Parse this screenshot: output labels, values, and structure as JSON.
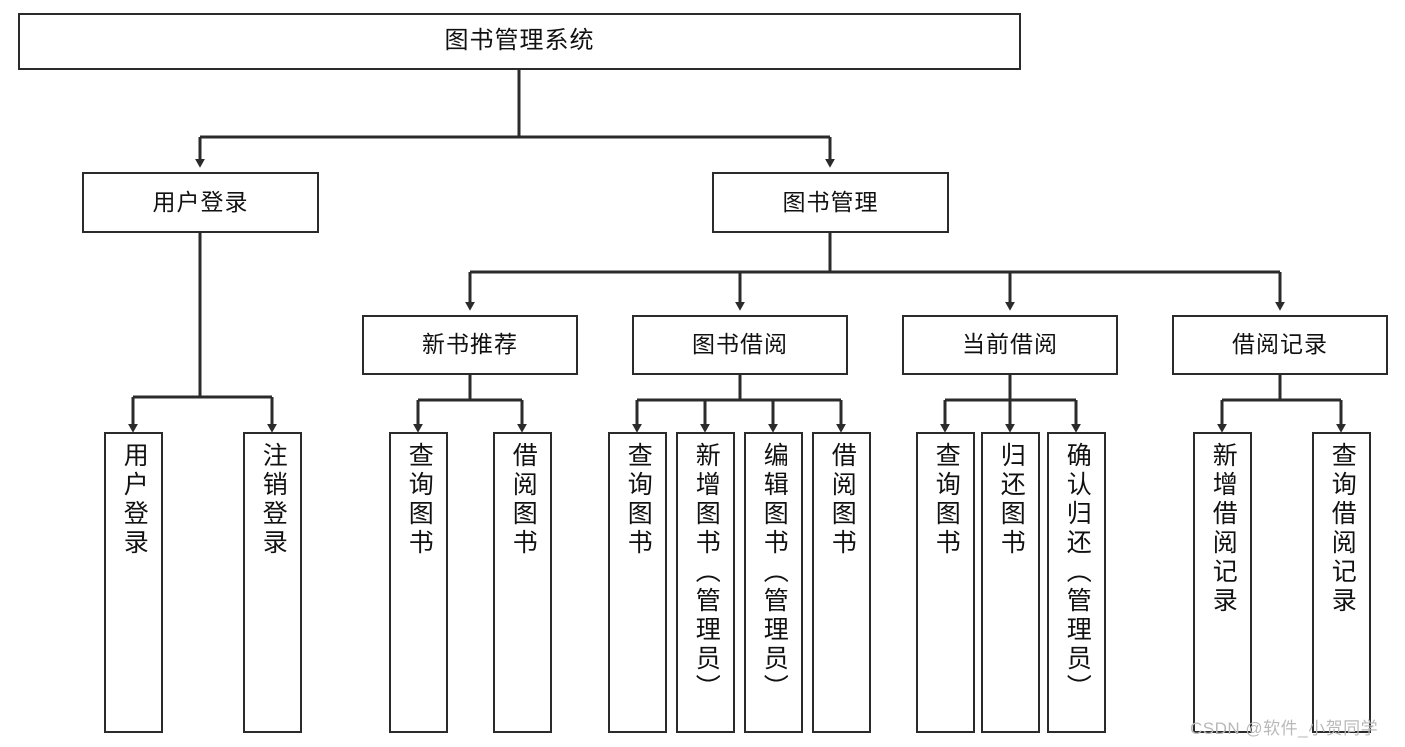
{
  "diagram": {
    "type": "tree",
    "title": "图书管理系统",
    "orientation": "top-down",
    "colors": {
      "box_border": "#2b2b2b",
      "box_fill": "#ffffff",
      "connector": "#2b2b2b",
      "background": "#ffffff",
      "watermark": "#b9b9b9"
    },
    "levels": {
      "level1_label": "图书管理系统",
      "level2_labels": [
        "用户登录",
        "图书管理"
      ],
      "level3_labels": [
        "新书推荐",
        "图书借阅",
        "当前借阅",
        "借阅记录"
      ]
    },
    "nodes": {
      "root": {
        "label": "图书管理系统"
      },
      "user_login": {
        "label": "用户登录"
      },
      "book_manage": {
        "label": "图书管理"
      },
      "new_book_rec": {
        "label": "新书推荐"
      },
      "book_borrow": {
        "label": "图书借阅"
      },
      "current_borrow": {
        "label": "当前借阅"
      },
      "borrow_record": {
        "label": "借阅记录"
      },
      "leaf_user_login": {
        "label": "用户登录"
      },
      "leaf_logout": {
        "label": "注销登录"
      },
      "leaf_query_book_1": {
        "label": "查询图书"
      },
      "leaf_borrow_book_1": {
        "label": "借阅图书"
      },
      "leaf_query_book_2": {
        "label": "查询图书"
      },
      "leaf_add_book": {
        "label": "新增图书（管理员）"
      },
      "leaf_edit_book": {
        "label": "编辑图书（管理员）"
      },
      "leaf_borrow_book_2": {
        "label": "借阅图书"
      },
      "leaf_query_book_3": {
        "label": "查询图书"
      },
      "leaf_return_book": {
        "label": "归还图书"
      },
      "leaf_confirm_return": {
        "label": "确认归还（管理员）"
      },
      "leaf_add_record": {
        "label": "新增借阅记录"
      },
      "leaf_query_record": {
        "label": "查询借阅记录"
      }
    },
    "edges": [
      {
        "from": "root",
        "to": "user_login"
      },
      {
        "from": "root",
        "to": "book_manage"
      },
      {
        "from": "user_login",
        "to": "leaf_user_login"
      },
      {
        "from": "user_login",
        "to": "leaf_logout"
      },
      {
        "from": "book_manage",
        "to": "new_book_rec"
      },
      {
        "from": "book_manage",
        "to": "book_borrow"
      },
      {
        "from": "book_manage",
        "to": "current_borrow"
      },
      {
        "from": "book_manage",
        "to": "borrow_record"
      },
      {
        "from": "new_book_rec",
        "to": "leaf_query_book_1"
      },
      {
        "from": "new_book_rec",
        "to": "leaf_borrow_book_1"
      },
      {
        "from": "book_borrow",
        "to": "leaf_query_book_2"
      },
      {
        "from": "book_borrow",
        "to": "leaf_add_book"
      },
      {
        "from": "book_borrow",
        "to": "leaf_edit_book"
      },
      {
        "from": "book_borrow",
        "to": "leaf_borrow_book_2"
      },
      {
        "from": "current_borrow",
        "to": "leaf_query_book_3"
      },
      {
        "from": "current_borrow",
        "to": "leaf_return_book"
      },
      {
        "from": "current_borrow",
        "to": "leaf_confirm_return"
      },
      {
        "from": "borrow_record",
        "to": "leaf_add_record"
      },
      {
        "from": "borrow_record",
        "to": "leaf_query_record"
      }
    ]
  },
  "watermark": {
    "text": "CSDN @软件_小贺同学"
  }
}
